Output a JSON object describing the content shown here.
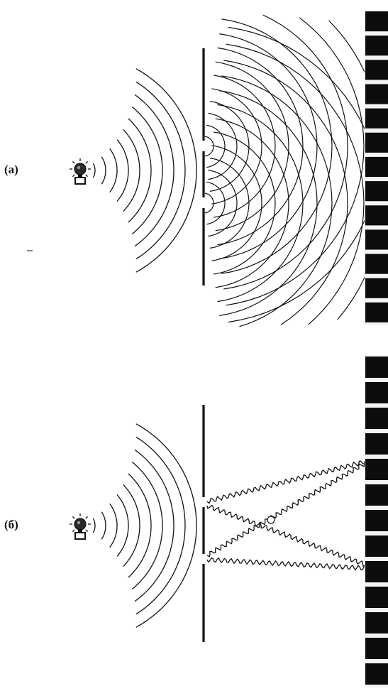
{
  "figure": {
    "panels": [
      {
        "id": "a",
        "label": "(a)",
        "wave_type": "classical-interference"
      },
      {
        "id": "b",
        "label": "(б)",
        "wave_type": "photon-paths"
      }
    ],
    "colors": {
      "ink": "#111111",
      "background": "#ffffff",
      "screen_band": "#0d0d0d"
    },
    "icons": {
      "source": "light-bulb-icon",
      "barrier": "double-slit-barrier",
      "screen": "detector-screen"
    }
  }
}
